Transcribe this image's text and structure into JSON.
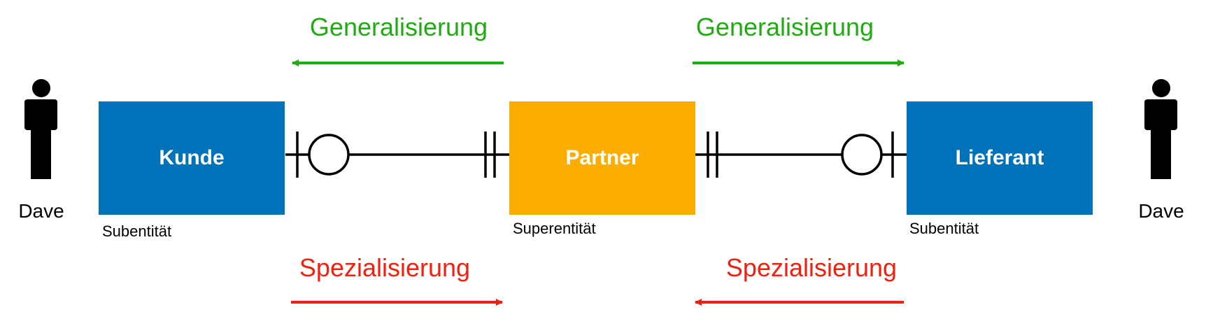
{
  "colors": {
    "subentity": "#0072BA",
    "superentity": "#FBAE00",
    "generalization": "#22AA14",
    "specialization": "#EE2211",
    "line": "#000000"
  },
  "entities": {
    "left": {
      "name": "Kunde",
      "role": "Subentität"
    },
    "center": {
      "name": "Partner",
      "role": "Superentität"
    },
    "right": {
      "name": "Lieferant",
      "role": "Subentität"
    }
  },
  "actors": {
    "left": {
      "name": "Dave",
      "icon": "person-icon"
    },
    "right": {
      "name": "Dave",
      "icon": "person-icon"
    }
  },
  "processes": {
    "left_generalization": {
      "label": "Generalisierung",
      "direction": "left"
    },
    "right_generalization": {
      "label": "Generalisierung",
      "direction": "right"
    },
    "left_specialization": {
      "label": "Spezialisierung",
      "direction": "right"
    },
    "right_specialization": {
      "label": "Spezialisierung",
      "direction": "left"
    }
  },
  "relationships": [
    {
      "from": "Kunde",
      "from_cardinality": "zero-or-one",
      "to": "Partner",
      "to_cardinality": "exactly-one"
    },
    {
      "from": "Partner",
      "from_cardinality": "exactly-one",
      "to": "Lieferant",
      "to_cardinality": "zero-or-one"
    }
  ]
}
